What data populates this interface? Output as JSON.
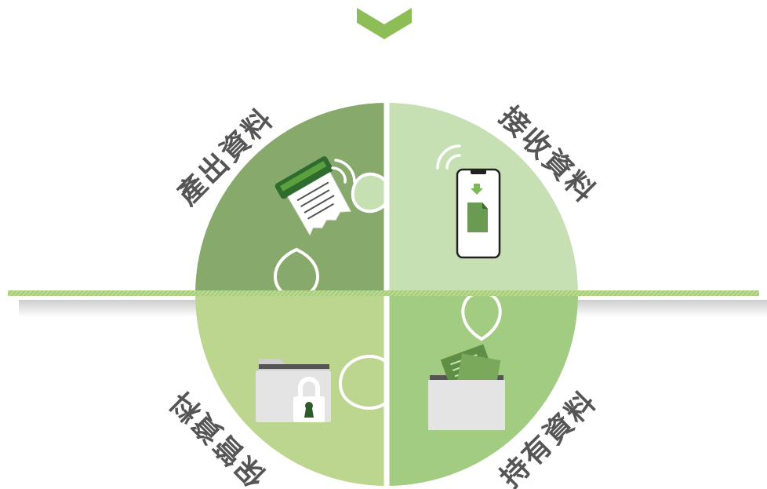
{
  "quadrants": {
    "top_left": {
      "label": "產出資料",
      "color": "#87a96b",
      "icon": "receipt-printer-icon"
    },
    "top_right": {
      "label": "接收資料",
      "color": "#c6e0b3",
      "icon": "phone-download-icon"
    },
    "bottom_left": {
      "label": "保管資料",
      "color": "#bcd58f",
      "icon": "locked-folder-icon"
    },
    "bottom_right": {
      "label": "持有資料",
      "color": "#a3cc83",
      "icon": "document-folder-icon"
    }
  },
  "colors": {
    "arrow": "#8dbd57",
    "divider": "#a9cf7d",
    "label": "#555555",
    "separator": "#ffffff"
  }
}
